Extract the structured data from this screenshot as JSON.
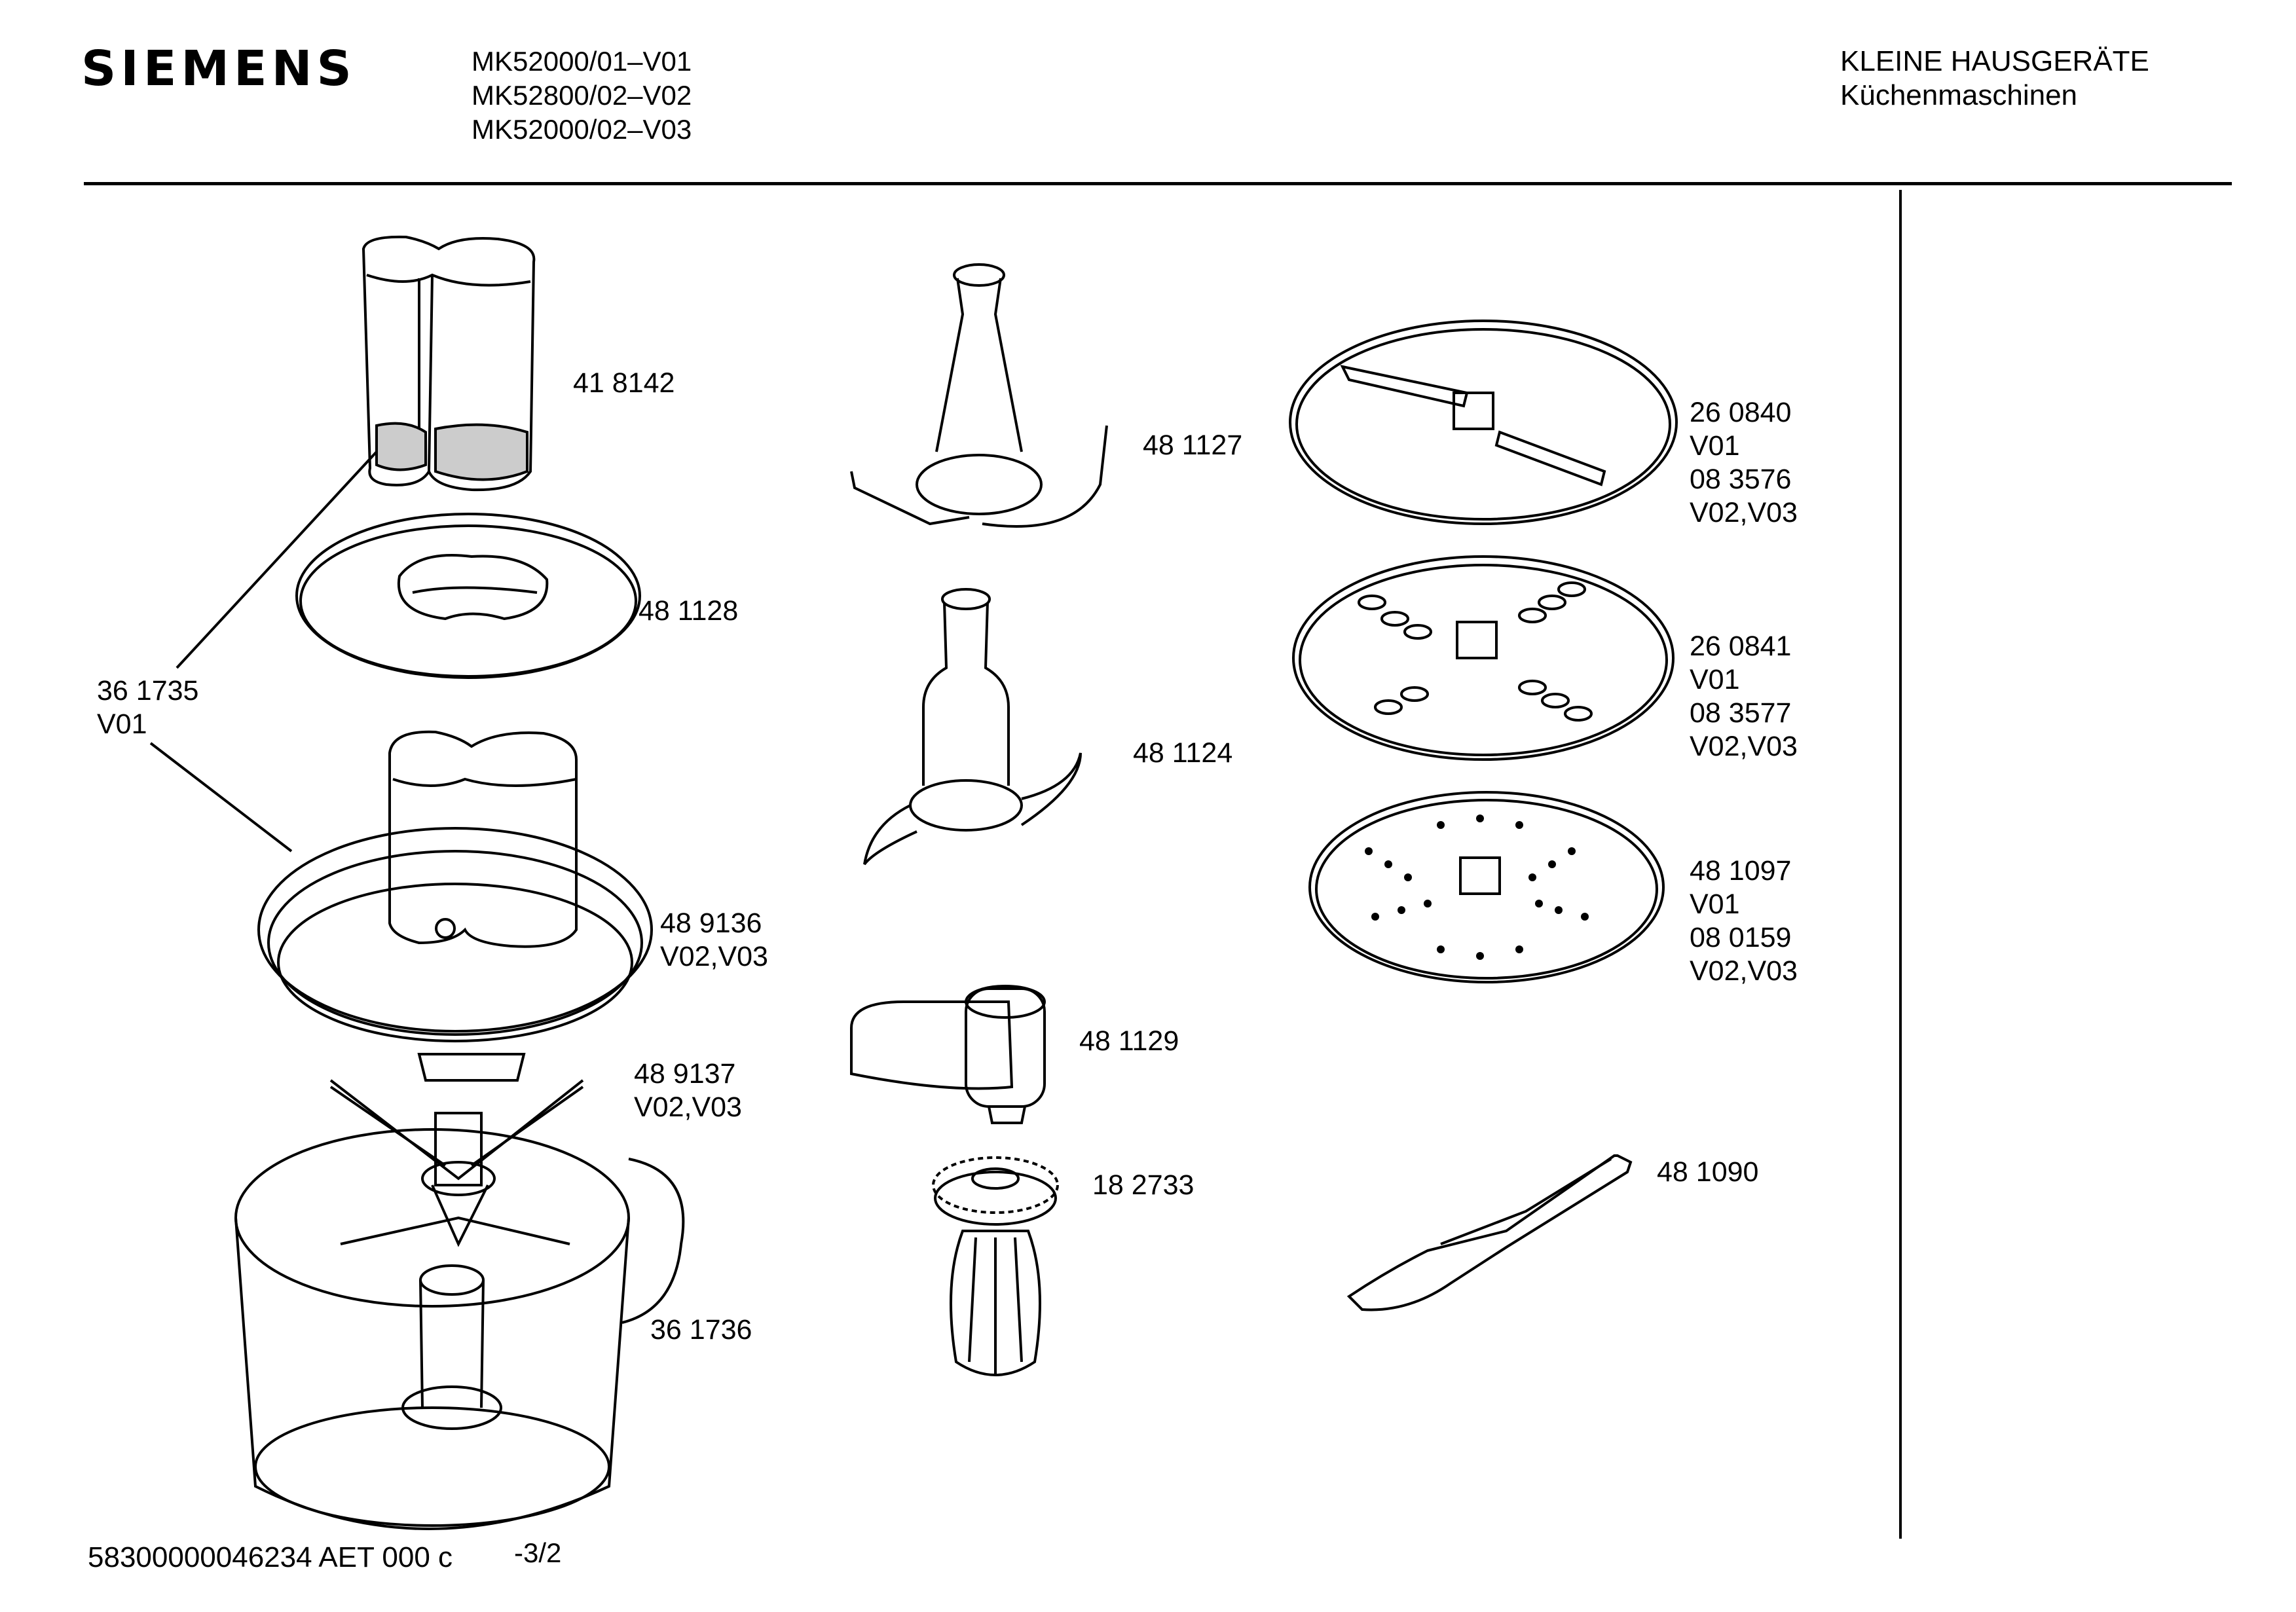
{
  "header": {
    "brand": "SIEMENS",
    "models": [
      "MK52000/01–V01",
      "MK52800/02–V02",
      "MK52000/02–V03"
    ],
    "category_title": "KLEINE HAUSGERÄTE",
    "category_subtitle": "Küchenmaschinen"
  },
  "parts": [
    {
      "id": "p418142",
      "lines": [
        "41 8142"
      ]
    },
    {
      "id": "p481128",
      "lines": [
        "48 1128"
      ]
    },
    {
      "id": "p361735",
      "lines": [
        "36 1735",
        "V01"
      ]
    },
    {
      "id": "p489136",
      "lines": [
        "48 9136",
        "V02,V03"
      ]
    },
    {
      "id": "p489137",
      "lines": [
        "48 9137",
        "V02,V03"
      ]
    },
    {
      "id": "p361736",
      "lines": [
        "36 1736"
      ]
    },
    {
      "id": "p481127",
      "lines": [
        "48 1127"
      ]
    },
    {
      "id": "p481124",
      "lines": [
        "48 1124"
      ]
    },
    {
      "id": "p481129",
      "lines": [
        "48 1129"
      ]
    },
    {
      "id": "p182733",
      "lines": [
        "18 2733"
      ]
    },
    {
      "id": "p260840",
      "lines": [
        "26 0840",
        "V01",
        "08 3576",
        "V02,V03"
      ]
    },
    {
      "id": "p260841",
      "lines": [
        "26 0841",
        "V01",
        "08 3577",
        "V02,V03"
      ]
    },
    {
      "id": "p481097",
      "lines": [
        "48 1097",
        "V01",
        "08 0159",
        "V02,V03"
      ]
    },
    {
      "id": "p481090",
      "lines": [
        "48 1090"
      ]
    }
  ],
  "footer": {
    "document_code": "58300000046234 AET 000 c",
    "page": "-3/2"
  }
}
